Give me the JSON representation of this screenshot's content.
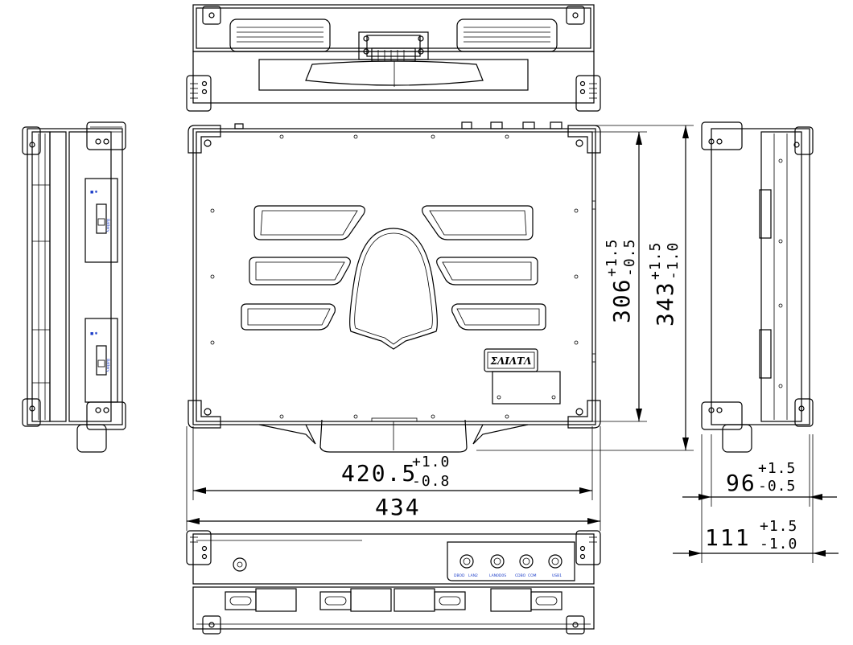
{
  "dimensions": {
    "width_outer": "434",
    "width_inner": {
      "nominal": "420.5",
      "plus": "+1.0",
      "minus": "-0.8"
    },
    "height_inner": {
      "nominal": "306",
      "plus": "+1.5",
      "minus": "-0.5"
    },
    "height_outer": {
      "nominal": "343",
      "plus": "+1.5",
      "minus": "-1.0"
    },
    "depth_inner": {
      "nominal": "96",
      "plus": "+1.5",
      "minus": "-0.5"
    },
    "depth_outer": {
      "nominal": "111",
      "plus": "+1.5",
      "minus": "-1.0"
    }
  },
  "ports": [
    "DBOD",
    "LAN2",
    "LAN0D0S",
    "CDBO",
    "COM",
    "USB1"
  ],
  "battery_label": "Battery",
  "colors": {
    "line": "#000000",
    "label": "#1a3cc8",
    "background": "#ffffff"
  }
}
